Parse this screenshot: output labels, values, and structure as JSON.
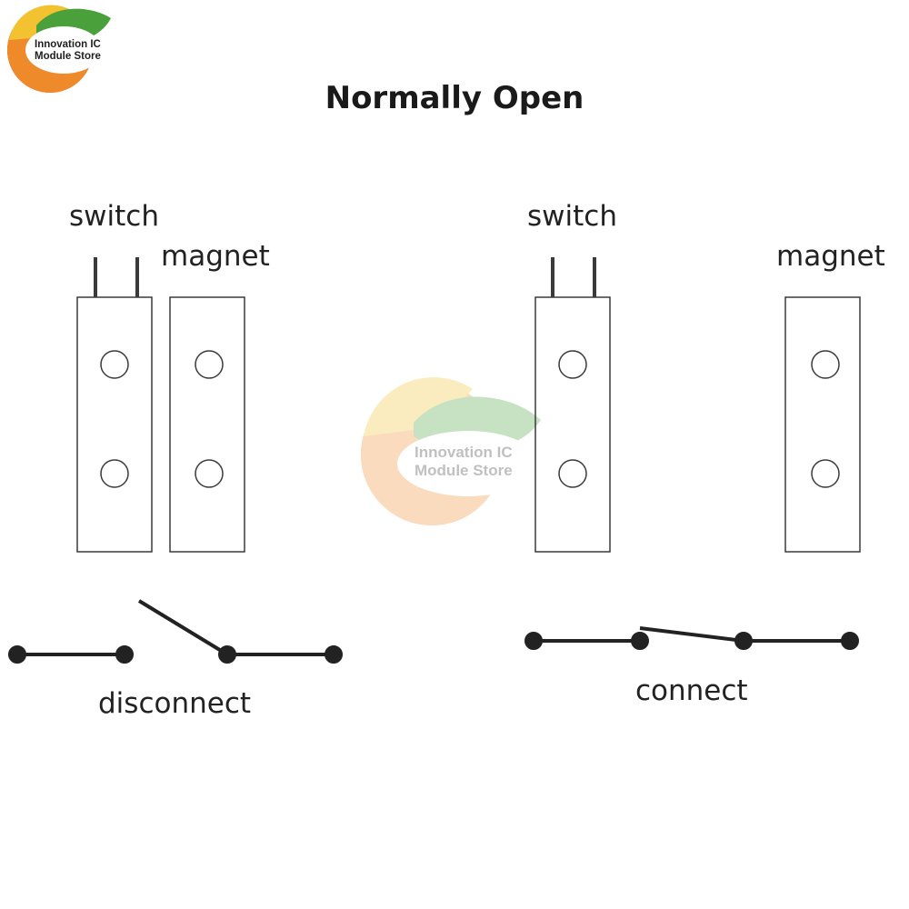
{
  "brand": {
    "line1": "Innovation IC",
    "line2": "Module Store",
    "colors": {
      "yellow": "#f2c230",
      "orange": "#ef8a2a",
      "red": "#e0322f",
      "green": "#4aa03b"
    }
  },
  "title": "Normally Open",
  "left_panel": {
    "switch_label": "switch",
    "magnet_label": "magnet",
    "state_label": "disconnect"
  },
  "right_panel": {
    "switch_label": "switch",
    "magnet_label": "magnet",
    "state_label": "connect"
  },
  "watermark": {
    "line1": "Innovation IC",
    "line2": "Module Store"
  }
}
